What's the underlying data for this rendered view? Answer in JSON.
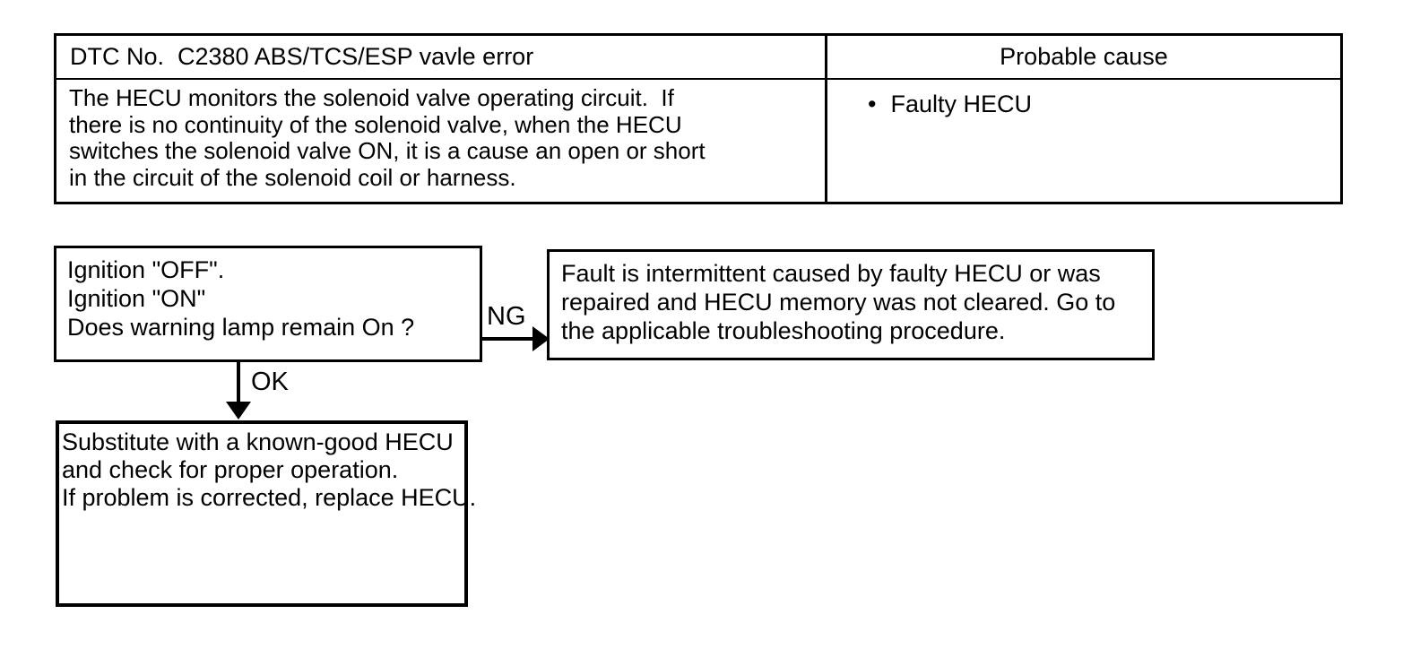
{
  "page": {
    "background": "#ffffff",
    "text_color": "#000000"
  },
  "table": {
    "header": {
      "dtc_title": "DTC No.  C2380 ABS/TCS/ESP vavle error",
      "probable_cause_title": "Probable cause"
    },
    "body": {
      "description_lines": [
        "The HECU monitors the solenoid valve operating circuit.  If",
        "there is no continuity of the solenoid valve, when the HECU",
        "switches the solenoid valve ON, it is a cause an open or short",
        "in the circuit of the solenoid coil or harness."
      ],
      "bullet": "•",
      "causes": [
        "Faulty HECU"
      ]
    }
  },
  "flowchart": {
    "step1_lines": [
      "Ignition \"OFF\".",
      "Ignition \"ON\"",
      "Does warning lamp remain On ?"
    ],
    "ng_label": "NG",
    "ok_label": "OK",
    "ng_result_lines": [
      "Fault is intermittent caused by faulty HECU or was",
      "repaired and HECU memory was not cleared. Go to",
      "the applicable troubleshooting procedure."
    ],
    "ok_result_lines": [
      "Substitute with a known-good HECU",
      "and check for proper operation.",
      "If problem is corrected, replace HECU."
    ]
  }
}
